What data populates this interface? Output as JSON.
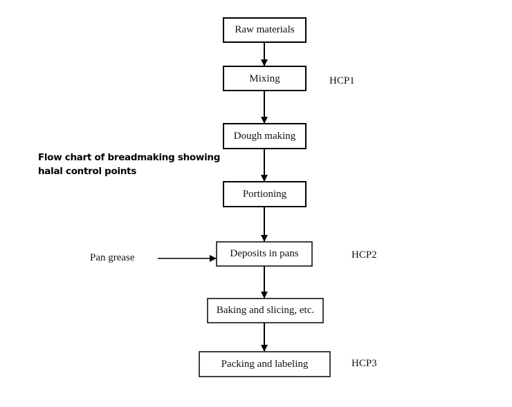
{
  "caption": {
    "line1": "Flow chart of breadmaking showing",
    "line2": "halal control points"
  },
  "steps": [
    {
      "label": "Raw materials",
      "hcp": ""
    },
    {
      "label": "Mixing",
      "hcp": "HCP1"
    },
    {
      "label": "Dough making",
      "hcp": ""
    },
    {
      "label": "Portioning",
      "hcp": ""
    },
    {
      "label": "Deposits in pans",
      "hcp": "HCP2"
    },
    {
      "label": "Baking and slicing, etc.",
      "hcp": ""
    },
    {
      "label": "Packing and labeling",
      "hcp": "HCP3"
    }
  ],
  "input": {
    "label": "Pan grease",
    "target_step": 4
  }
}
